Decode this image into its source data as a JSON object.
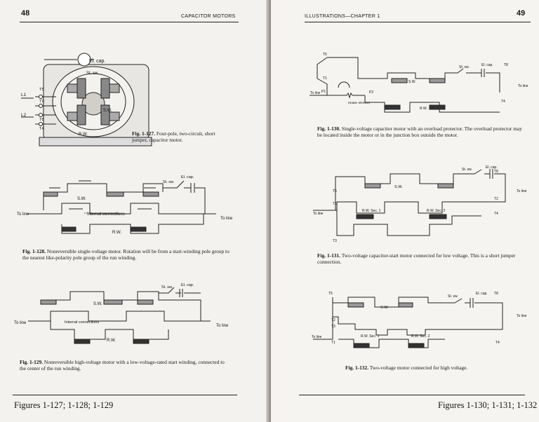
{
  "left_page": {
    "page_number": "48",
    "running_head": "CAPACITOR MOTORS",
    "fig127": {
      "labels": {
        "el_cap": "El. cap.",
        "st_sw": "St. sw.",
        "sw": "S.W.",
        "rw": "R.W.",
        "l1": "L1",
        "l2": "L2",
        "t5": "T5",
        "t1": "T1",
        "t8": "T8",
        "t4": "T4"
      },
      "caption_num": "Fig. 1-127.",
      "caption_text": "Four-pole, two-circuit, short jumper, capacitor motor."
    },
    "fig128": {
      "labels": {
        "el_cap": "El. cap.",
        "st_sw": "St. sw.",
        "sw": "S.W.",
        "rw": "R.W.",
        "internal": "Internal connections",
        "to_line_left": "To line",
        "to_line_right": "To line"
      },
      "caption_num": "Fig. 1-128.",
      "caption_text": "Nonreversible single-voltage motor. Rotation will be from a start-winding pole group to the nearest like-polarity pole group of the run winding."
    },
    "fig129": {
      "labels": {
        "el_cap": "El. cap.",
        "st_sw": "St. sw.",
        "sw": "S.W.",
        "rw": "R.W.",
        "internal": "Internal connections",
        "to_line_left": "To line",
        "to_line_right": "To line"
      },
      "caption_num": "Fig. 1-129.",
      "caption_text": "Nonreversible high-voltage motor with a low-voltage-rated start winding, connected to the center of the run winding."
    },
    "footer": "Figures 1-127; 1-128; 1-129"
  },
  "right_page": {
    "page_number": "49",
    "running_head": "ILLUSTRATIONS—CHAPTER 1",
    "fig130": {
      "labels": {
        "t5": "T5",
        "t1": "T1",
        "p1": "P1",
        "p2": "P2",
        "t8": "T8",
        "t4": "T4",
        "st_sw": "St. sw.",
        "el_cap": "El. cap.",
        "sw": "S.W.",
        "rw": "R.W.",
        "heater": "Heater element",
        "to_line_left": "To line",
        "to_line_right": "To line"
      },
      "caption_num": "Fig. 1-130.",
      "caption_text": "Single-voltage capacitor motor with an overload protector. The overload protector may be located inside the motor or in the junction box outside the motor."
    },
    "fig131": {
      "labels": {
        "t5": "T5",
        "t1": "T1",
        "t2": "T2",
        "t3": "T3",
        "t4": "T4",
        "t8": "T8",
        "st_sw": "St. sw.",
        "el_cap": "El. cap.",
        "sw": "S.W.",
        "rw_sec1": "R.W. Sec. 1",
        "rw_sec2": "R.W. Sec. 2",
        "to_line_left": "To line",
        "to_line_right": "To line"
      },
      "caption_num": "Fig. 1-131.",
      "caption_text": "Two-voltage capacitor-start motor connected for low voltage. This is a short jumper connection."
    },
    "fig132": {
      "labels": {
        "t5": "T5",
        "t2": "T2",
        "t3": "T3",
        "t1": "T1",
        "t4": "T4",
        "t8": "T8",
        "st_sw": "St. sw.",
        "el_cap": "El. cap.",
        "sw": "S.W.",
        "rw_sec1": "R.W. Sec. 1",
        "rw_sec2": "R.W. Sec. 2",
        "to_line_left": "To line",
        "to_line_right": "To line"
      },
      "caption_num": "Fig. 1-132.",
      "caption_text": "Two-voltage motor connected for high voltage."
    },
    "footer": "Figures 1-130; 1-131; 1-132"
  }
}
